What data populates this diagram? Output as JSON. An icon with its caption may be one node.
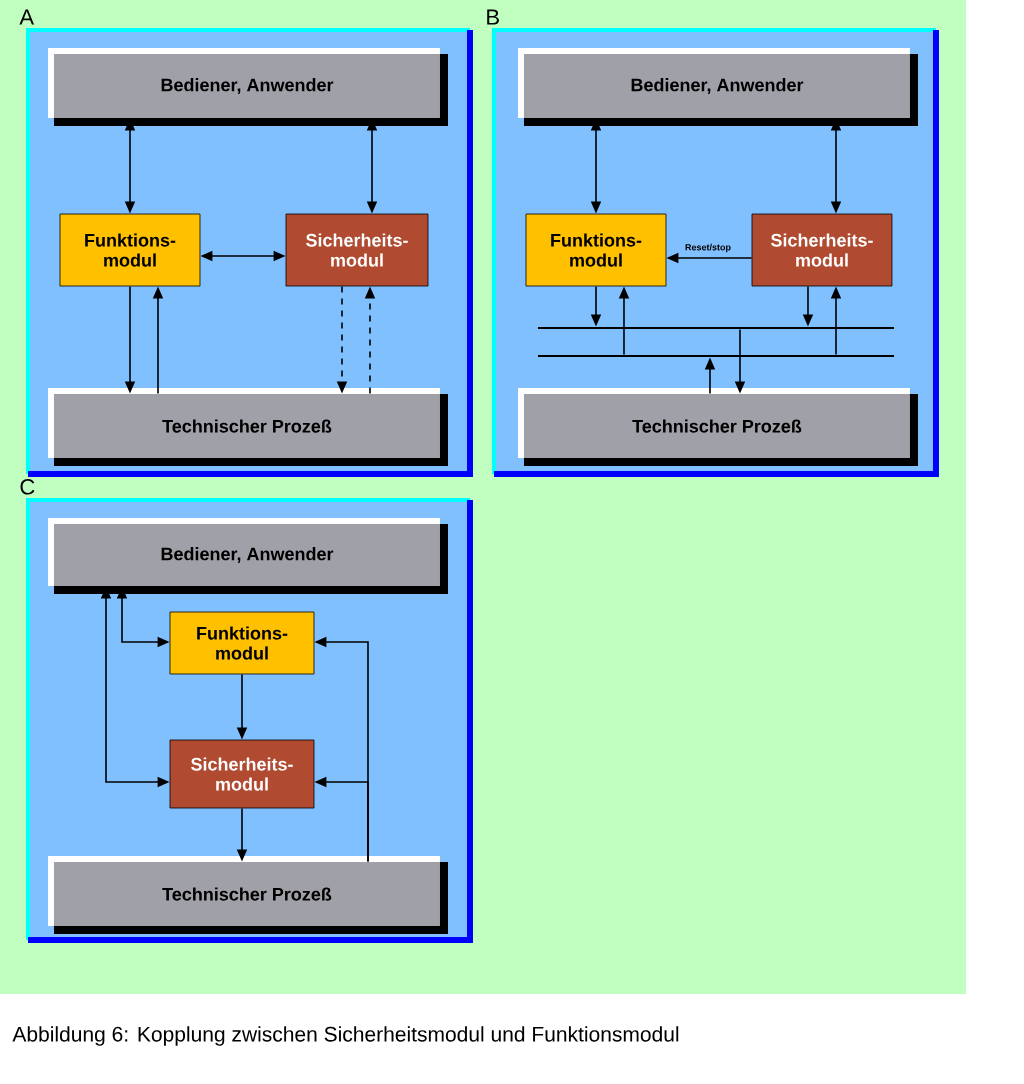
{
  "diagram": {
    "caption": "Abbildung 6: Kopplung zwischen Sicherheitsmodul und Funktionsmodul",
    "nodes": [
      {
        "text": [
          "A"
        ]
      },
      {
        "text": [
          "Bediener, Anwender"
        ],
        "in": 0
      },
      {
        "text": [
          "Funktions- modul"
        ],
        "in": 0
      },
      {
        "text": [
          "Sicherheits- modul"
        ],
        "in": 0
      },
      {
        "text": [
          "Technischer Prozeß"
        ],
        "in": 0
      },
      {
        "text": [
          "B"
        ]
      },
      {
        "text": [
          "Bediener, Anwender"
        ],
        "in": 5
      },
      {
        "text": [
          "Funktions- modul"
        ],
        "in": 5
      },
      {
        "text": [
          "Sicherheits- modul"
        ],
        "in": 5
      },
      {
        "text": [
          "Technischer Prozeß"
        ],
        "in": 5
      },
      {
        "text": [],
        "shape": "bar",
        "in": 5
      },
      {
        "text": [],
        "shape": "bar",
        "in": 5
      },
      {
        "text": [
          "C"
        ]
      },
      {
        "text": [
          "Bediener, Anwender"
        ],
        "in": 12
      },
      {
        "text": [
          "Funktions- modul"
        ],
        "in": 12
      },
      {
        "text": [
          "Sicherheits- modul"
        ],
        "in": 12
      },
      {
        "text": [
          "Technischer Prozeß"
        ],
        "in": 12
      }
    ],
    "edges": [
      {
        "from": 1,
        "to": 2,
        "arrow": "both"
      },
      {
        "from": 1,
        "to": 3,
        "arrow": "both"
      },
      {
        "from": 2,
        "to": 3,
        "arrow": "both"
      },
      {
        "from": 2,
        "to": 4,
        "arrow": "to"
      },
      {
        "from": 4,
        "to": 2,
        "arrow": "to"
      },
      {
        "from": 3,
        "to": 4,
        "arrow": "to",
        "style": "dashed"
      },
      {
        "from": 4,
        "to": 3,
        "arrow": "to",
        "style": "dashed"
      },
      {
        "from": 6,
        "to": 7,
        "arrow": "both"
      },
      {
        "from": 6,
        "to": 8,
        "arrow": "both"
      },
      {
        "from": 8,
        "to": 7,
        "arrow": "to",
        "label": "Reset/stop"
      },
      {
        "from": 7,
        "to": 10,
        "arrow": "to"
      },
      {
        "from": 11,
        "to": 7,
        "arrow": "to"
      },
      {
        "from": 8,
        "to": 10,
        "arrow": "to"
      },
      {
        "from": 11,
        "to": 8,
        "arrow": "to"
      },
      {
        "from": 10,
        "to": 9,
        "arrow": "to"
      },
      {
        "from": 9,
        "to": 11,
        "arrow": "to"
      },
      {
        "from": 13,
        "to": 14,
        "arrow": "both"
      },
      {
        "from": 13,
        "to": 15,
        "arrow": "both"
      },
      {
        "from": 14,
        "to": 15,
        "arrow": "to"
      },
      {
        "from": 15,
        "to": 16,
        "arrow": "to"
      },
      {
        "from": 16,
        "to": 14,
        "arrow": "to"
      },
      {
        "from": 16,
        "to": 15,
        "arrow": "to"
      }
    ]
  }
}
